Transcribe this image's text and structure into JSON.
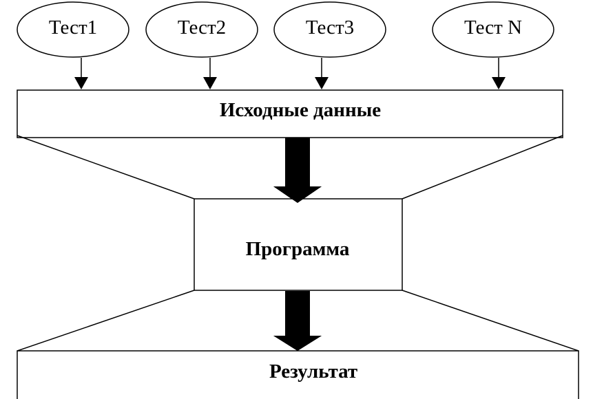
{
  "tests": [
    {
      "label": "Тест1"
    },
    {
      "label": "Тест2"
    },
    {
      "label": "Тест3"
    },
    {
      "label": "Тест N"
    }
  ],
  "input_box": {
    "label": "Исходные данные"
  },
  "program_box": {
    "label": "Программа"
  },
  "result_box": {
    "label": "Результат"
  }
}
